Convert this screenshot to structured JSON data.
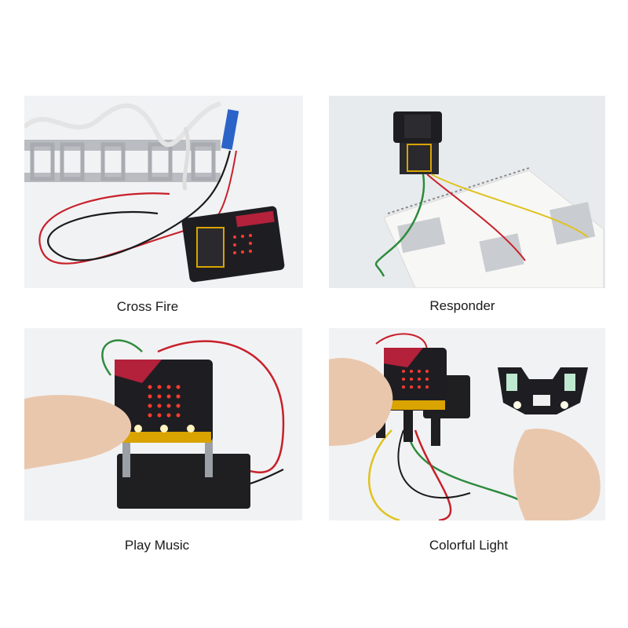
{
  "grid": {
    "tiles": [
      {
        "caption": "Cross Fire"
      },
      {
        "caption": "Responder"
      },
      {
        "caption": "Play Music"
      },
      {
        "caption": "Colorful Light"
      }
    ]
  },
  "colors": {
    "wire_red": "#c8202a",
    "wire_black": "#1b1b1b",
    "wire_green": "#2e8b3e",
    "wire_yellow": "#e0c21e",
    "board_dark": "#1e1e22",
    "board_red": "#b3213a",
    "led_red": "#ff3b2f",
    "paper": "#f4f4f2",
    "foil": "#c9ccd0",
    "skin": "#e9c7ad"
  }
}
